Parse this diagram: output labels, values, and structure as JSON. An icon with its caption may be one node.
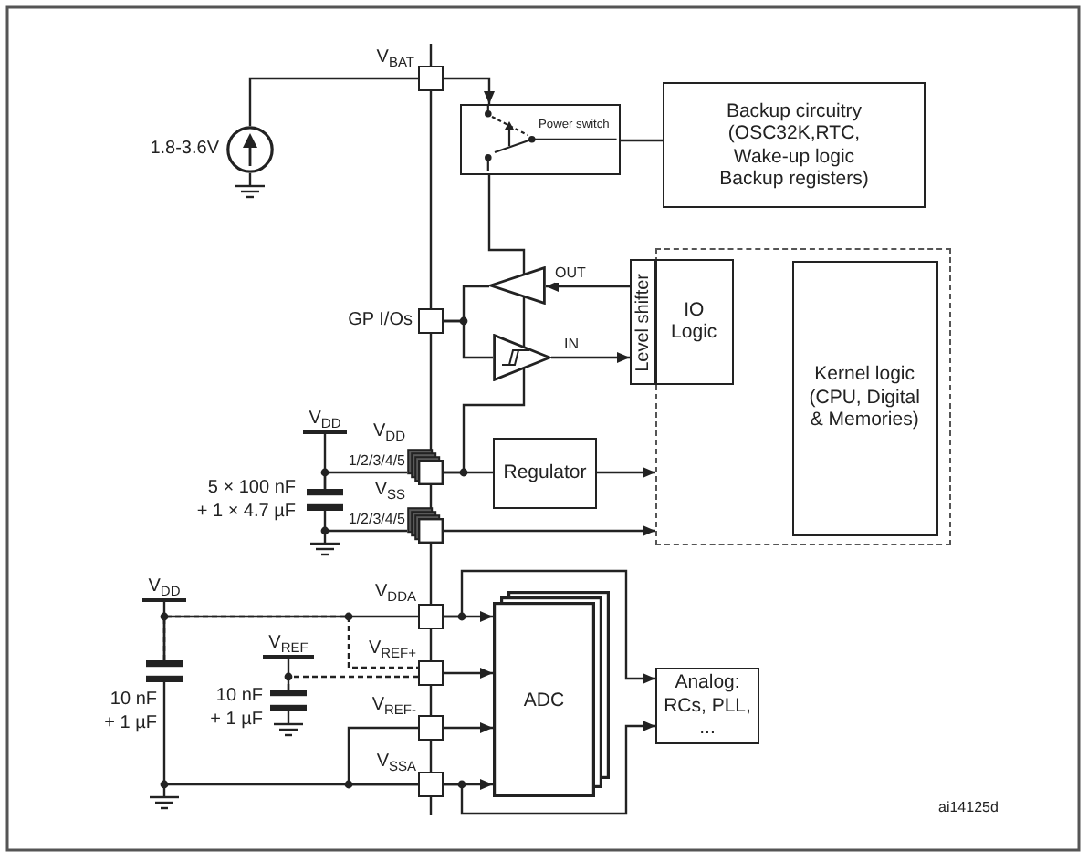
{
  "diagram": {
    "nodes": [
      {
        "text": [],
        "shape": "box",
        "beside": [
          "V$_{BAT}$"
        ]
      },
      {
        "text": [],
        "shape": "circle",
        "beside": [
          "1.8-3.6V"
        ]
      },
      {
        "text": [
          "Power switch"
        ]
      },
      {
        "text": [
          "Backup circuitry (OSC32K,RTC, Wake-up logic Backup registers)"
        ]
      },
      {
        "text": [],
        "shape": "box",
        "beside": [
          "GP I/Os"
        ]
      },
      {
        "text": [],
        "shape": "triangle"
      },
      {
        "text": [],
        "shape": "triangle"
      },
      {
        "text": [
          "Level shifter"
        ]
      },
      {
        "text": [],
        "shape": "box"
      },
      {
        "text": [
          "IO Logic"
        ],
        "in": 8
      },
      {
        "text": [
          "Kernel logic (CPU, Digital & Memories)"
        ],
        "in": 8
      },
      {
        "text": [
          "V$_{DD}$"
        ]
      },
      {
        "text": [],
        "shape": "capacitor",
        "beside": [
          "5 × 100 nF + 1 × 4.7 µF"
        ]
      },
      {
        "text": [],
        "shape": "box",
        "beside": [
          "V$_{DD}$",
          "1/2/3/4/5"
        ]
      },
      {
        "text": [],
        "shape": "box",
        "beside": [
          "V$_{SS}$",
          "1/2/3/4/5"
        ]
      },
      {
        "text": [
          "Regulator"
        ]
      },
      {
        "text": [
          "V$_{DD}$"
        ]
      },
      {
        "text": [],
        "shape": "capacitor",
        "beside": [
          "10 nF + 1 µF"
        ]
      },
      {
        "text": [
          "V$_{REF}$"
        ]
      },
      {
        "text": [],
        "shape": "capacitor",
        "beside": [
          "10 nF + 1 µF"
        ]
      },
      {
        "text": [],
        "shape": "box",
        "beside": [
          "V$_{DDA}$"
        ]
      },
      {
        "text": [],
        "shape": "box",
        "beside": [
          "V$_{REF+}$"
        ]
      },
      {
        "text": [],
        "shape": "box",
        "beside": [
          "V$_{REF-}$"
        ]
      },
      {
        "text": [],
        "shape": "box",
        "beside": [
          "V$_{SSA}$"
        ]
      },
      {
        "text": [
          "ADC"
        ]
      },
      {
        "text": [
          "Analog: RCs, PLL, ..."
        ]
      }
    ],
    "edges": [
      {
        "from": 1,
        "to": 0,
        "arrow": "none"
      },
      {
        "from": 0,
        "to": 2,
        "arrow": "to"
      },
      {
        "from": 2,
        "to": 3,
        "arrow": "none"
      },
      {
        "from": 13,
        "to": 2,
        "arrow": "none"
      },
      {
        "from": 5,
        "to": 4,
        "arrow": "none"
      },
      {
        "from": 4,
        "to": 6,
        "arrow": "none"
      },
      {
        "from": 7,
        "to": 5,
        "arrow": "to",
        "label": "OUT"
      },
      {
        "from": 6,
        "to": 7,
        "arrow": "to",
        "label": "IN"
      },
      {
        "from": 11,
        "to": 12,
        "arrow": "none"
      },
      {
        "from": 12,
        "to": 13,
        "arrow": "none"
      },
      {
        "from": 12,
        "to": 14,
        "arrow": "none"
      },
      {
        "from": 13,
        "to": 15,
        "arrow": "none"
      },
      {
        "from": 15,
        "to": 8,
        "arrow": "to"
      },
      {
        "from": 14,
        "to": 8,
        "arrow": "to"
      },
      {
        "from": 16,
        "to": 17,
        "arrow": "none"
      },
      {
        "from": 17,
        "to": 20,
        "arrow": "none"
      },
      {
        "from": 17,
        "to": 21,
        "arrow": "none",
        "style": "dashed"
      },
      {
        "from": 18,
        "to": 19,
        "arrow": "none"
      },
      {
        "from": 19,
        "to": 21,
        "arrow": "none",
        "style": "dashed"
      },
      {
        "from": 22,
        "to": 23,
        "arrow": "none"
      },
      {
        "from": 17,
        "to": 23,
        "arrow": "none"
      },
      {
        "from": 20,
        "to": 24,
        "arrow": "to"
      },
      {
        "from": 21,
        "to": 24,
        "arrow": "to"
      },
      {
        "from": 22,
        "to": 24,
        "arrow": "to"
      },
      {
        "from": 23,
        "to": 24,
        "arrow": "to"
      },
      {
        "from": 20,
        "to": 25,
        "arrow": "to"
      },
      {
        "from": 23,
        "to": 25,
        "arrow": "to"
      }
    ],
    "labels": [
      "ai14125d"
    ]
  }
}
